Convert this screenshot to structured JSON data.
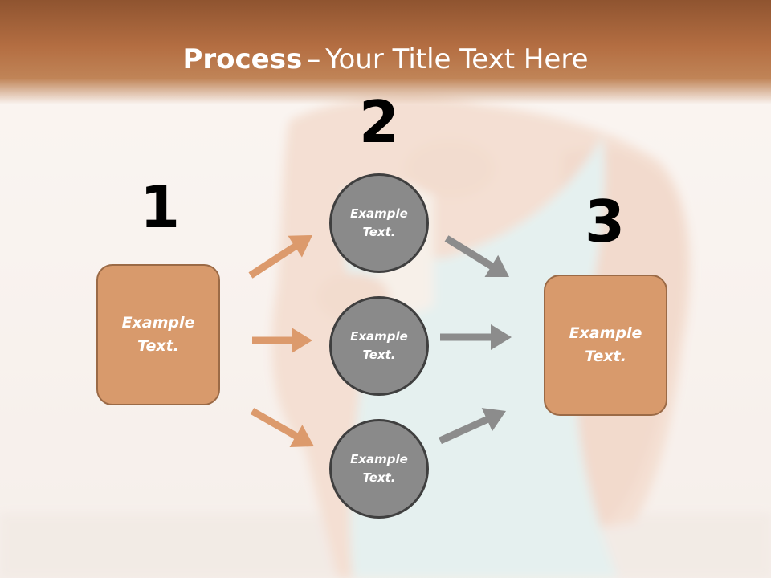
{
  "title": {
    "bold": "Process",
    "separator": "–",
    "rest": "Your Title Text Here"
  },
  "steps": [
    {
      "number": "1",
      "label": "Example\nText."
    },
    {
      "number": "2",
      "label": "Example\nText."
    },
    {
      "number": "3",
      "label": "Example\nText."
    }
  ],
  "middle_items": [
    {
      "label": "Example\nText."
    },
    {
      "label": "Example\nText."
    },
    {
      "label": "Example\nText."
    }
  ],
  "colors": {
    "header": "#b46e42",
    "box_fill": "#d89a6c",
    "box_border": "#9b6a46",
    "circle_fill": "#8a8a8a",
    "circle_border": "#3f3f3f",
    "arrow_left": "#dc9a6c",
    "arrow_right": "#8c8c8c"
  },
  "icons": {
    "arrow": "block-arrow-icon"
  }
}
